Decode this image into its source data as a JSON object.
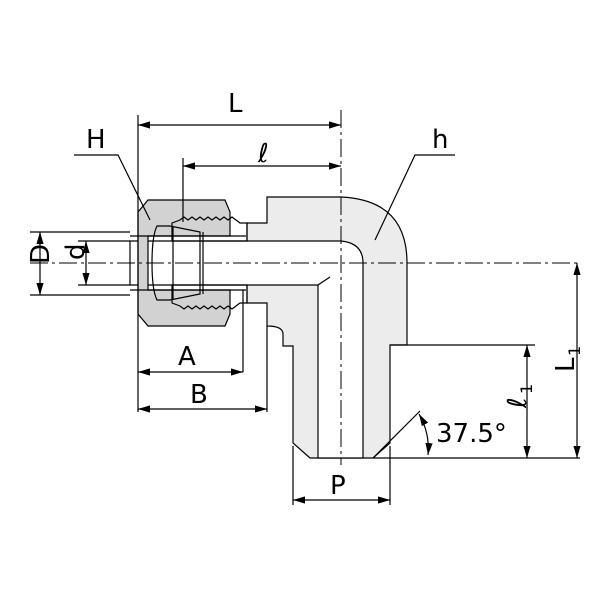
{
  "title": "Elbow fitting dimension drawing",
  "labels": {
    "L": "L",
    "l": "ℓ",
    "H": "H",
    "h": "h",
    "D": "D",
    "d": "d",
    "A": "A",
    "B": "B",
    "P": "P",
    "L1_main": "L",
    "L1_sub": "1",
    "l1_main": "ℓ",
    "l1_sub": "1",
    "angle": "37.5°"
  },
  "colors": {
    "body": "#ececec",
    "nut": "#d2d2d2",
    "line": "#000000"
  }
}
